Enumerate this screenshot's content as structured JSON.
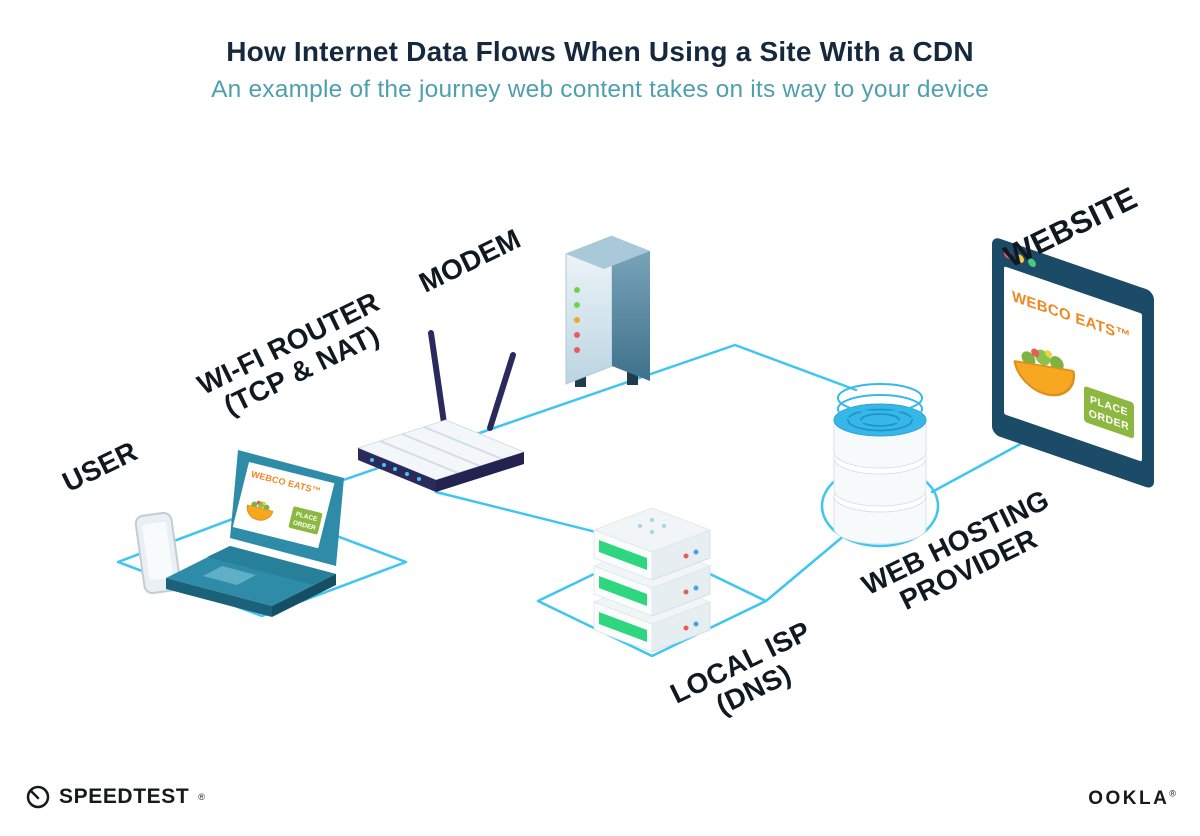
{
  "header": {
    "title": "How Internet Data Flows When Using a Site With a CDN",
    "subtitle": "An example of the journey web content takes on its way to your device"
  },
  "labels": {
    "user": "USER",
    "router_line1": "WI-FI ROUTER",
    "router_line2": "(TCP & NAT)",
    "modem": "MODEM",
    "isp_line1": "LOCAL ISP",
    "isp_line2": "(DNS)",
    "hosting_line1": "WEB HOSTING",
    "hosting_line2": "PROVIDER",
    "website": "WEBSITE"
  },
  "screen": {
    "brand": "WEBCO EATS™",
    "button_line1": "PLACE",
    "button_line2": "ORDER"
  },
  "footer": {
    "speedtest": "SPEEDTEST",
    "speedtest_reg": "®",
    "ookla": "OOKLA",
    "ookla_reg": "®"
  },
  "colors": {
    "connection_line": "#3FC6F0",
    "brand_orange": "#F0861F",
    "button_green": "#8CB841",
    "subtitle_teal": "#4FA0AF",
    "title_navy": "#15293E",
    "device_teal": "#2E8CA8",
    "router_navy": "#2B2A5C"
  }
}
